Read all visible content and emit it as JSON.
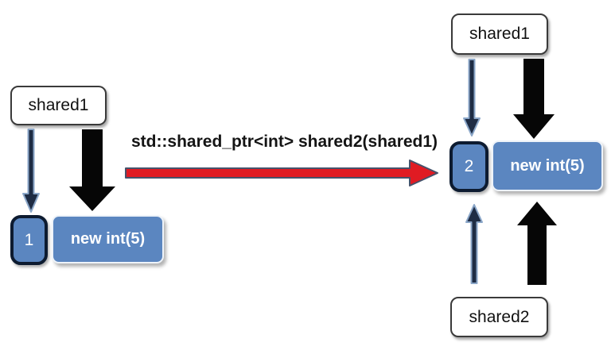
{
  "left_group": {
    "pointer_label": "shared1",
    "ref_count": "1",
    "object_label": "new int(5)"
  },
  "transition": {
    "code_label": "std::shared_ptr<int> shared2(shared1)"
  },
  "right_group": {
    "top_pointer_label": "shared1",
    "bottom_pointer_label": "shared2",
    "ref_count": "2",
    "object_label": "new int(5)"
  },
  "icons": {
    "thin-arrow": "outlined dark-navy arrow (pointer-to-count reference)",
    "thick-arrow": "solid black arrow (pointer-to-object reference)",
    "red-arrow": "solid red right arrow with dark outline (copy-construction transition)"
  },
  "colors": {
    "background": "#ffffff",
    "object_box_fill": "#5b86c0",
    "object_box_text": "#ffffff",
    "count_box_border": "#0d1b30",
    "white_box_border": "#3a3a3a",
    "thin_arrow_fill": "#1e2c44",
    "thin_arrow_stroke": "#8aa6c8",
    "thick_arrow_fill": "#060606",
    "red_arrow_fill": "#e01b23",
    "red_arrow_stroke": "#46526b"
  }
}
